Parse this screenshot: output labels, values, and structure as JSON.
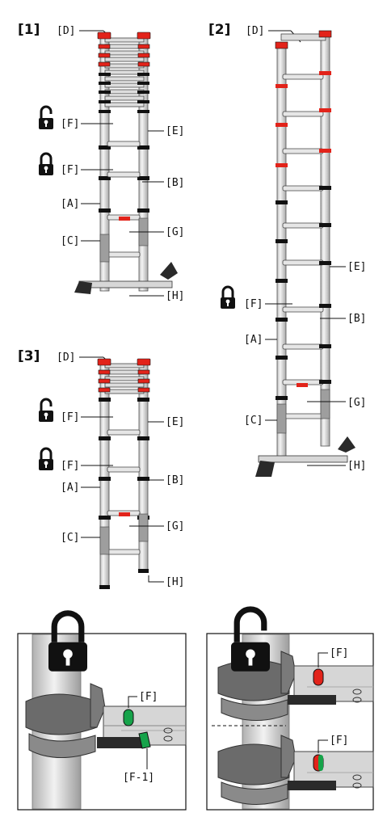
{
  "figures": {
    "fig1": "[1]",
    "fig2": "[2]",
    "fig3": "[3]"
  },
  "labels": {
    "A": "[A]",
    "B": "[B]",
    "C": "[C]",
    "D": "[D]",
    "E": "[E]",
    "F": "[F]",
    "F1": "[F-1]",
    "G": "[G]",
    "H": "[H]"
  },
  "colors": {
    "red": "#e2231a",
    "green": "#16a34a",
    "metal": "#d9d9d9",
    "dark": "#1a1a1a"
  },
  "icons": [
    "padlock-open-icon",
    "padlock-closed-icon"
  ]
}
